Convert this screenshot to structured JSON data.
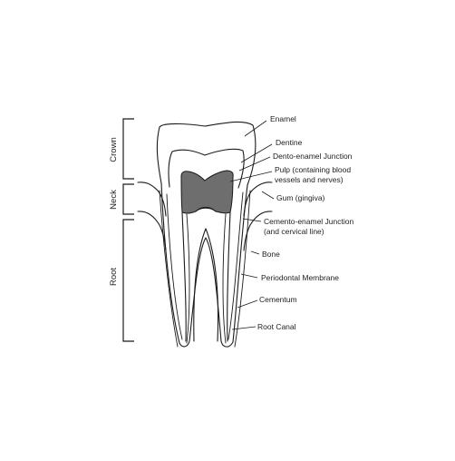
{
  "regions": {
    "crown": "Crown",
    "neck": "Neck",
    "root": "Root"
  },
  "labels": {
    "enamel": "Enamel",
    "dentine": "Dentine",
    "dej": "Dento-enamel Junction",
    "pulp_1": "Pulp (containing blood",
    "pulp_2": "vessels and nerves)",
    "gum": "Gum (gingiva)",
    "cej_1": "Cemento-enamel Junction",
    "cej_2": "(and cervical line)",
    "bone": "Bone",
    "periodontal": "Periodontal Membrane",
    "cementum": "Cementum",
    "root_canal": "Root Canal"
  },
  "colors": {
    "pulp_fill": "#6e6e6e",
    "line": "#1a1a1a"
  }
}
